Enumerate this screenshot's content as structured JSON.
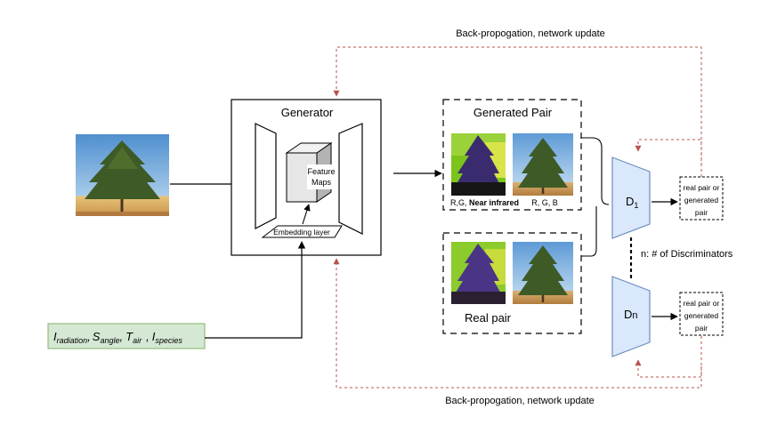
{
  "backprop_top": "Back-propogation, network update",
  "backprop_bottom": "Back-propogation, network update",
  "generator": {
    "title": "Generator",
    "feature_maps_line1": "Feature",
    "feature_maps_line2": "Maps",
    "embedding_layer": "Embedding layer"
  },
  "generated_pair": {
    "title": "Generated Pair",
    "left_caption_prefix": "R,G, ",
    "left_caption_bold": "Near infrared",
    "right_caption": "R, G, B"
  },
  "real_pair": {
    "title": "Real pair"
  },
  "discriminators": {
    "d1_letter": "D",
    "d1_sub": "1",
    "dn_letter": "D",
    "dn_sub": "n",
    "count_note": "n: # of Discriminators"
  },
  "outputs": {
    "line1": "real pair or",
    "line2": "generated",
    "line3": "pair"
  },
  "inputs": {
    "i1": "I",
    "i1_sub": "radiation",
    "s1": "S",
    "s1_sub": "angle",
    "t1": "T",
    "t1_sub": "air",
    "i2": "I",
    "i2_sub": "species",
    "sep": ","
  },
  "colors": {
    "backprop": "#b85450",
    "discriminator_fill": "#dae8fc",
    "discriminator_stroke": "#6c8ebf",
    "input_fill": "#d5e8d4",
    "input_stroke": "#82b366",
    "sky": "#6fa6d8",
    "nir_green": "#7cc41a",
    "nir_purple": "#3a2a6e"
  }
}
